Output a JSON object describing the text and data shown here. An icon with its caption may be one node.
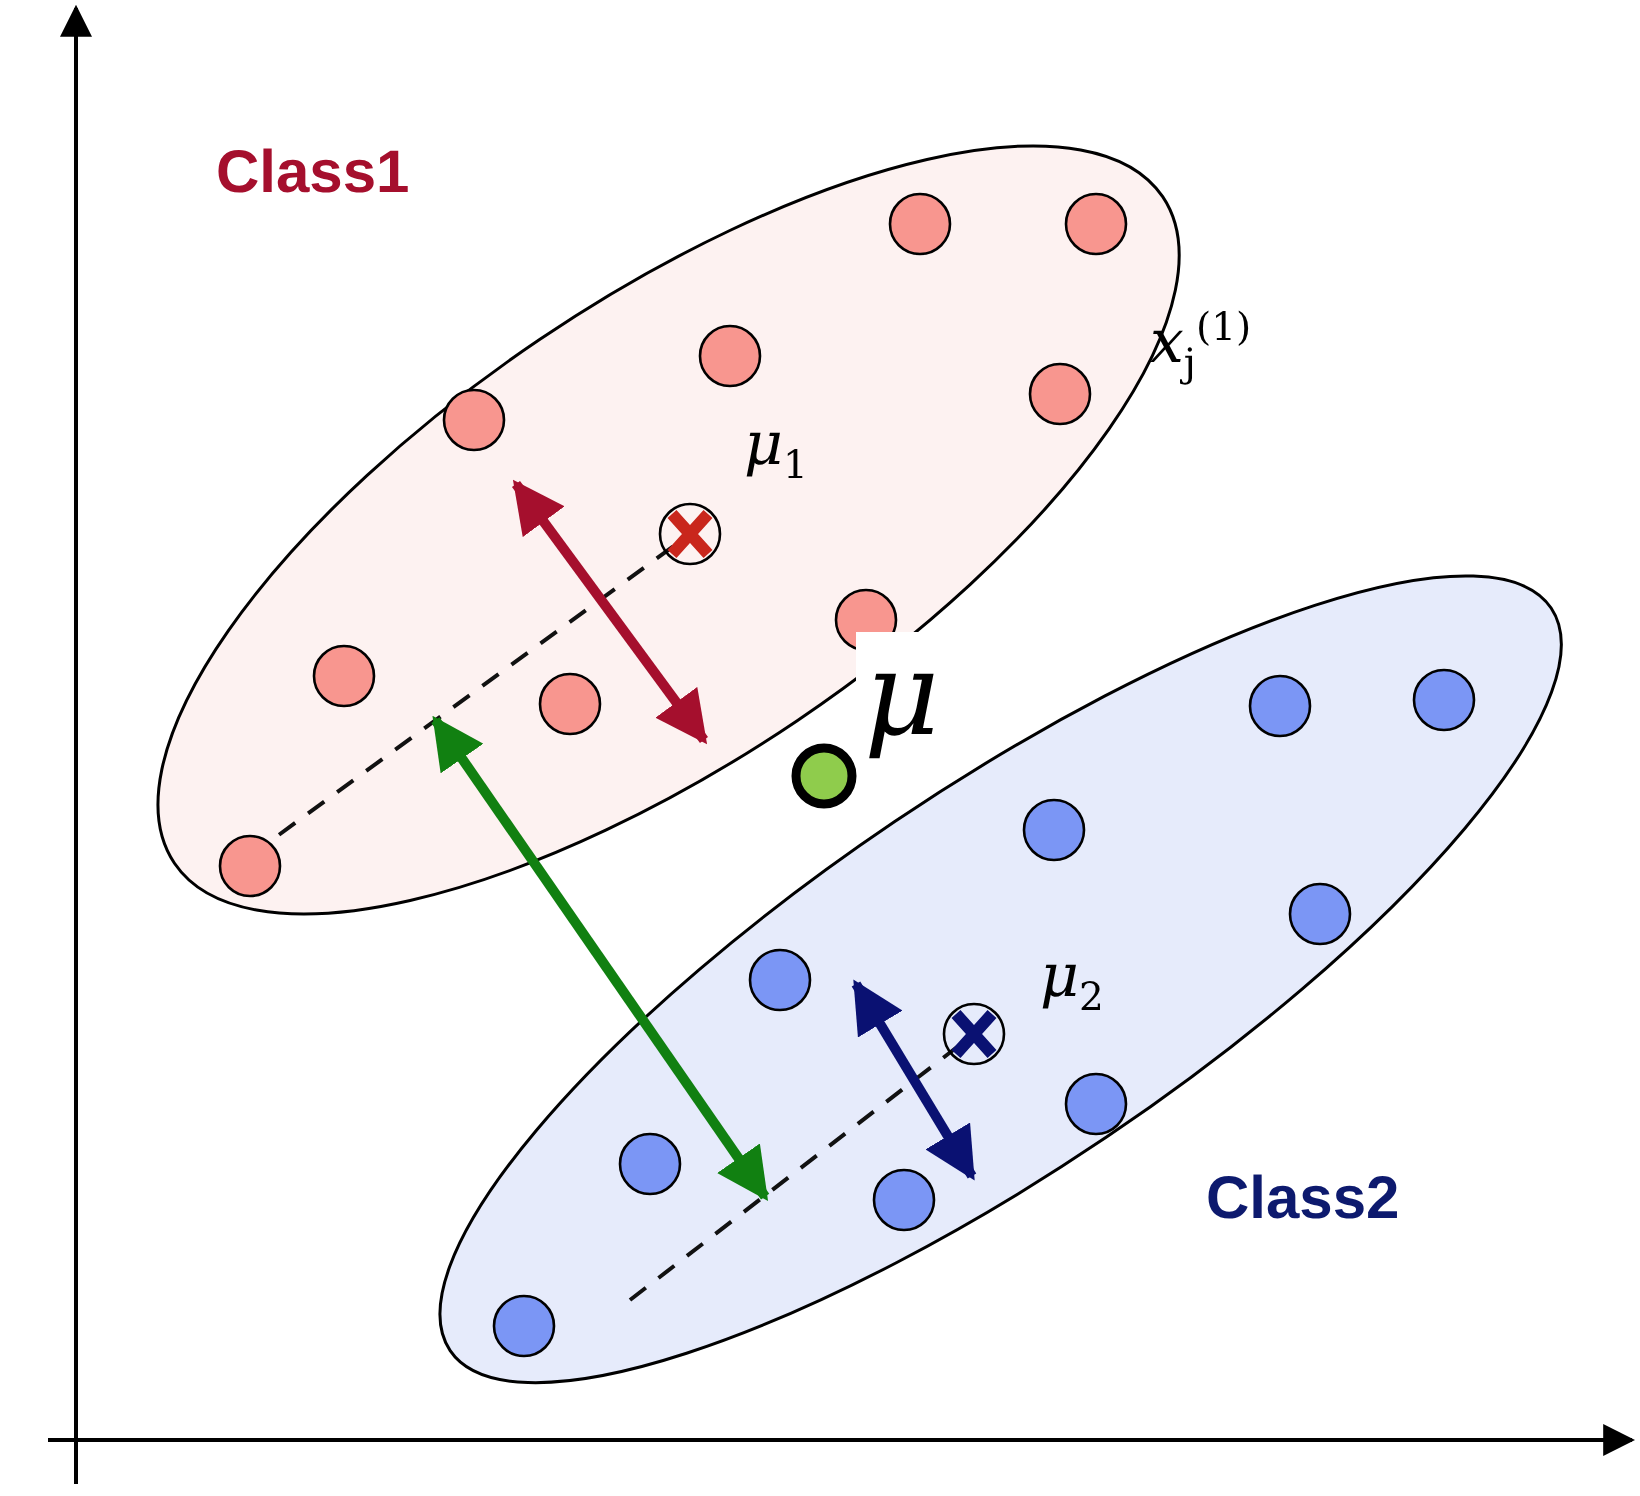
{
  "diagram": {
    "nodes": [
      {
        "text": [
          "Class1"
        ]
      },
      {
        "text": [
          "Class2"
        ]
      }
    ],
    "edges": [
      {
        "from": 0,
        "to": 1,
        "arrow": "both",
        "color": "#118011"
      }
    ],
    "labels": [
      "μ$_{1}$",
      "x$_{j}$$^{(1)}$",
      "μ",
      "μ$_{2}$"
    ]
  }
}
